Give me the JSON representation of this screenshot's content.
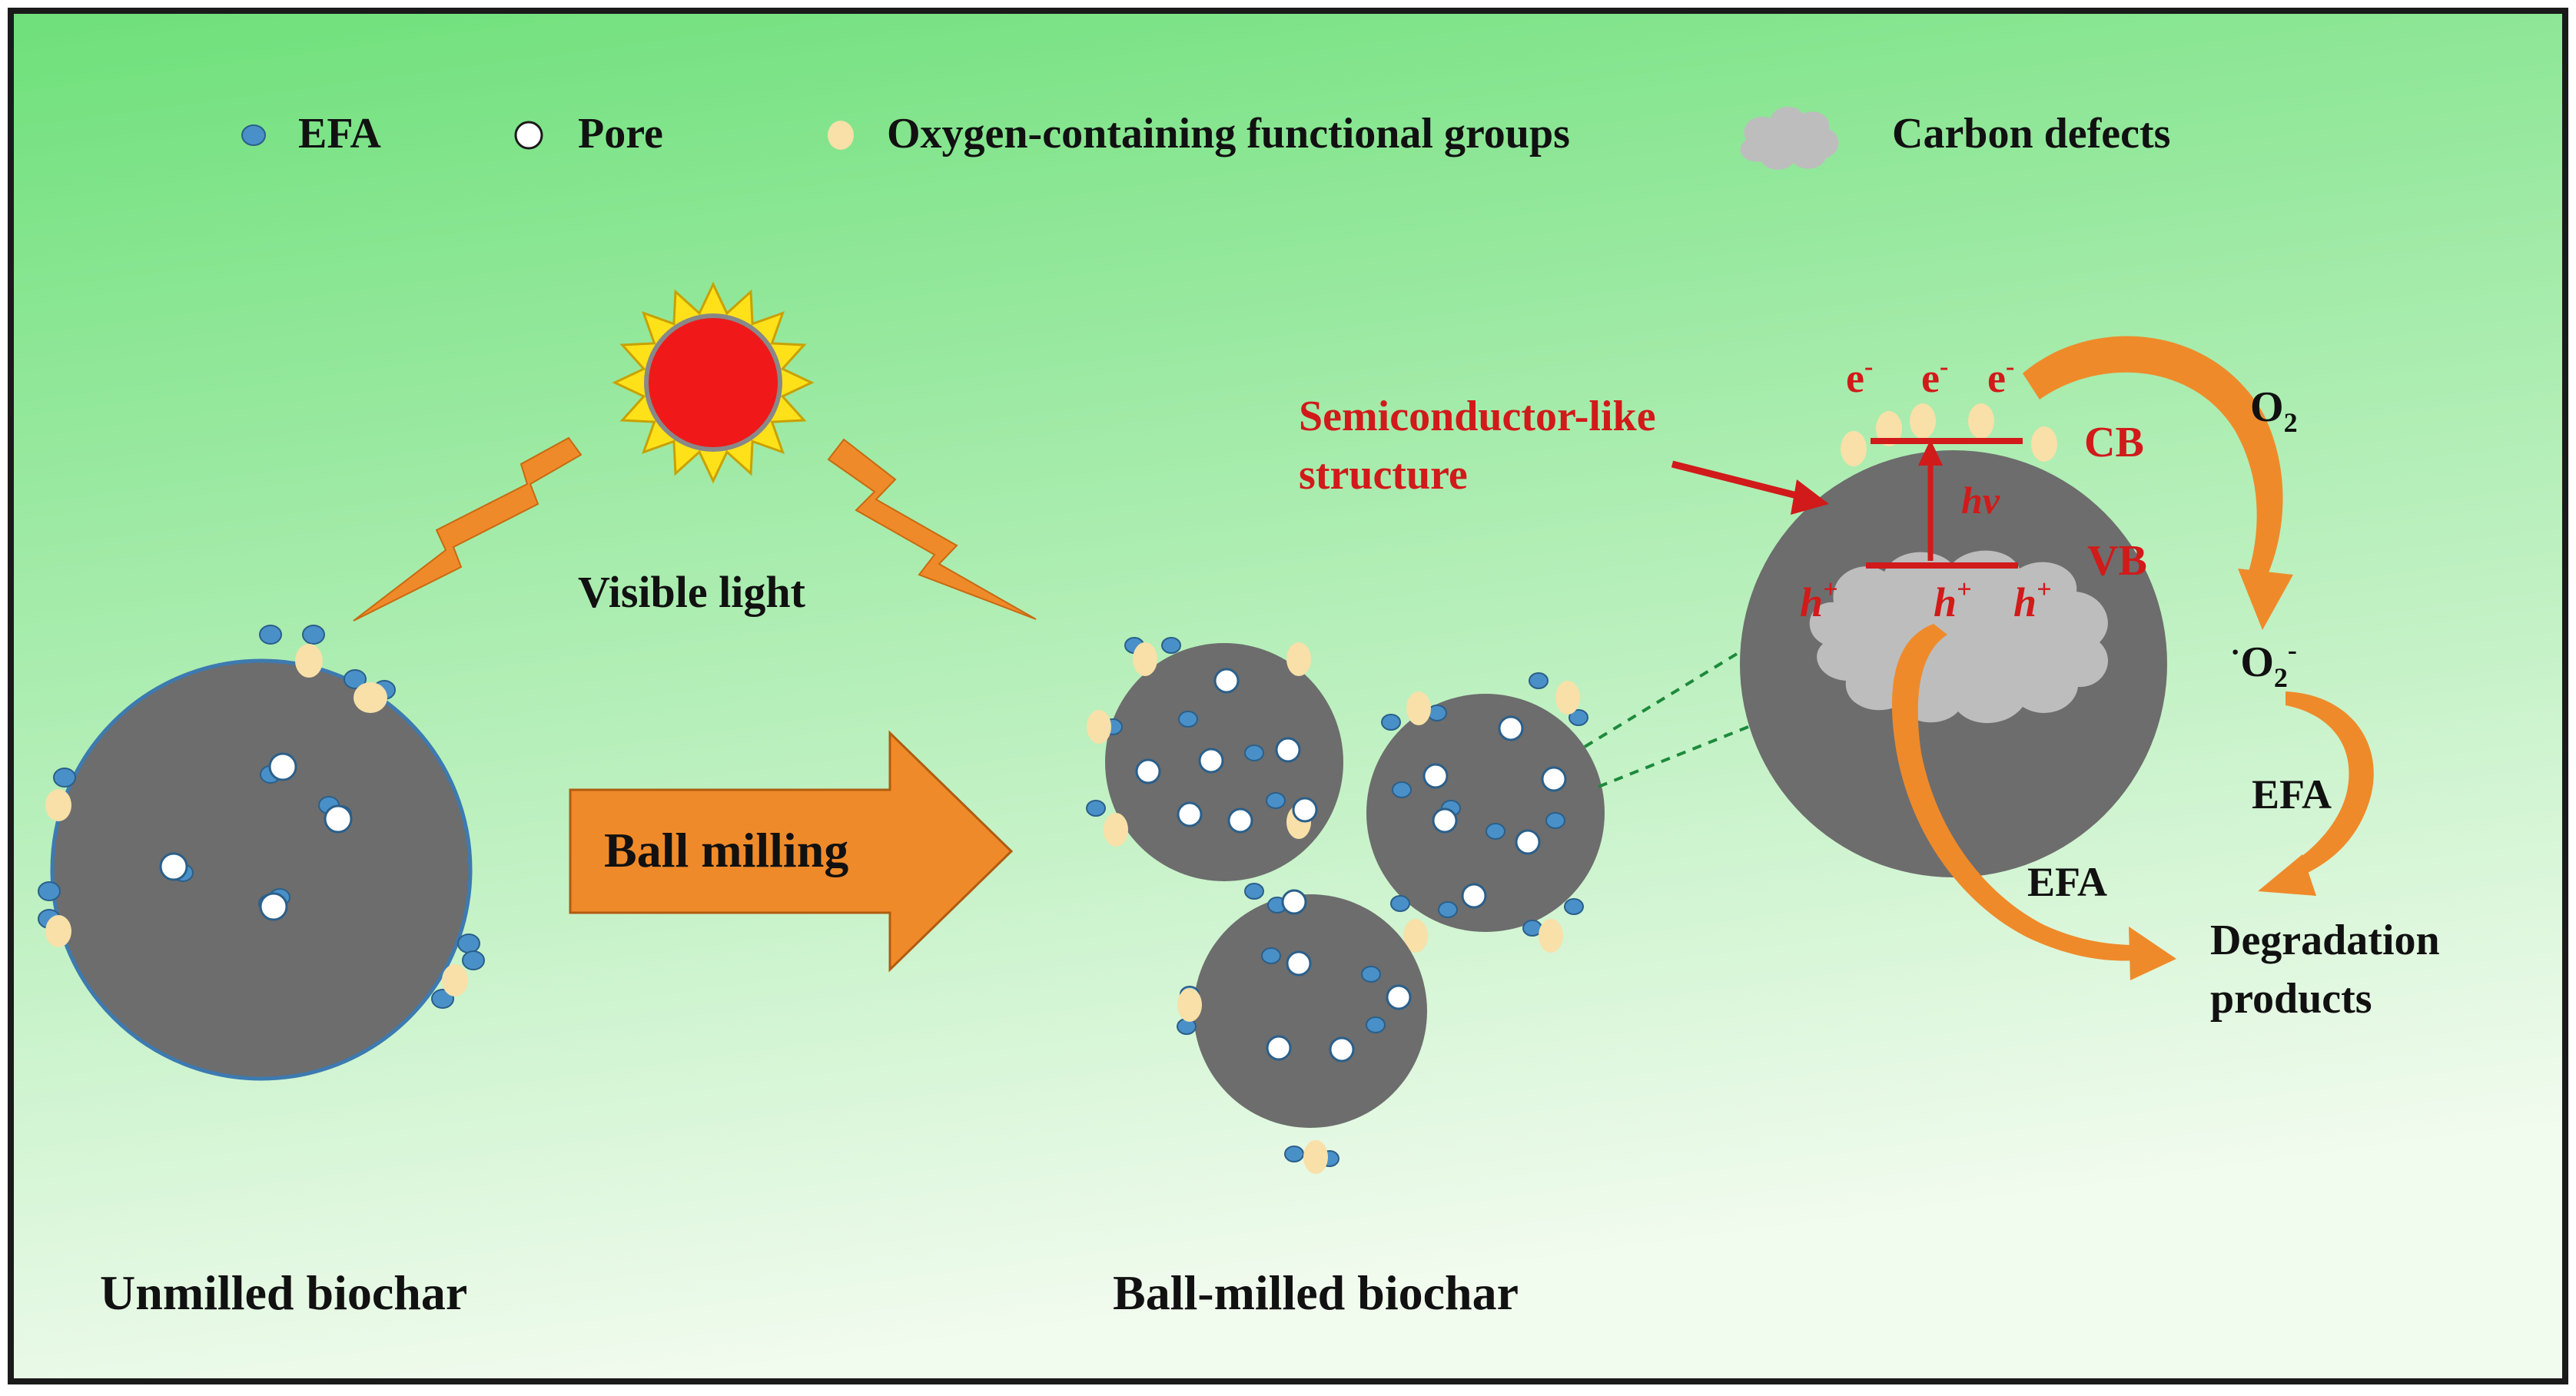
{
  "colors": {
    "bg_top": "#6ee07a",
    "bg_bottom": "#f1fbee",
    "biochar": "#6d6d6d",
    "efa": "#4a90c8",
    "pore": "#ffffff",
    "oxygen_group": "#f8e0a8",
    "carbon_defect": "#bdbdbd",
    "orange": "#ef8a2a",
    "red_label": "#d11a1a",
    "sun_core": "#f01818",
    "sun_rays": "#ffe11a",
    "dashed_link": "#1e8a3c"
  },
  "legend": [
    {
      "key": "efa",
      "label": "EFA"
    },
    {
      "key": "pore",
      "label": "Pore"
    },
    {
      "key": "oxygen_group",
      "label": "Oxygen-containing functional groups"
    },
    {
      "key": "carbon_defect",
      "label": "Carbon defects"
    }
  ],
  "labels": {
    "visible_light": "Visible light",
    "ball_milling": "Ball milling",
    "unmilled": "Unmilled biochar",
    "ball_milled": "Ball-milled biochar",
    "semiconductor_line1": "Semiconductor-like",
    "semiconductor_line2": "structure"
  },
  "band": {
    "electron": "e",
    "electron_sup": "-",
    "cb": "CB",
    "vb": "VB",
    "hv": "hv",
    "hole": "h",
    "hole_sup": "+"
  },
  "reaction": {
    "o2": "O",
    "o2_sub": "2",
    "superoxide_dot": "·",
    "superoxide": "O",
    "superoxide_sub": "2",
    "superoxide_sup": "-",
    "efa_right": "EFA",
    "efa_lower": "EFA",
    "degradation_line1": "Degradation",
    "degradation_line2": "products"
  }
}
